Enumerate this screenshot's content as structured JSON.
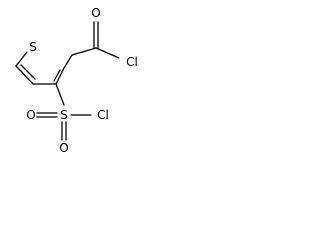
{
  "atoms": {
    "sulfur_ring": "S",
    "oxygen_carbonyl": "O",
    "chlorine_acyl": "Cl",
    "sulfur_sulfonyl": "S",
    "oxygen_sulfonyl_left": "O",
    "oxygen_sulfonyl_bottom": "O",
    "chlorine_sulfonyl": "Cl"
  }
}
